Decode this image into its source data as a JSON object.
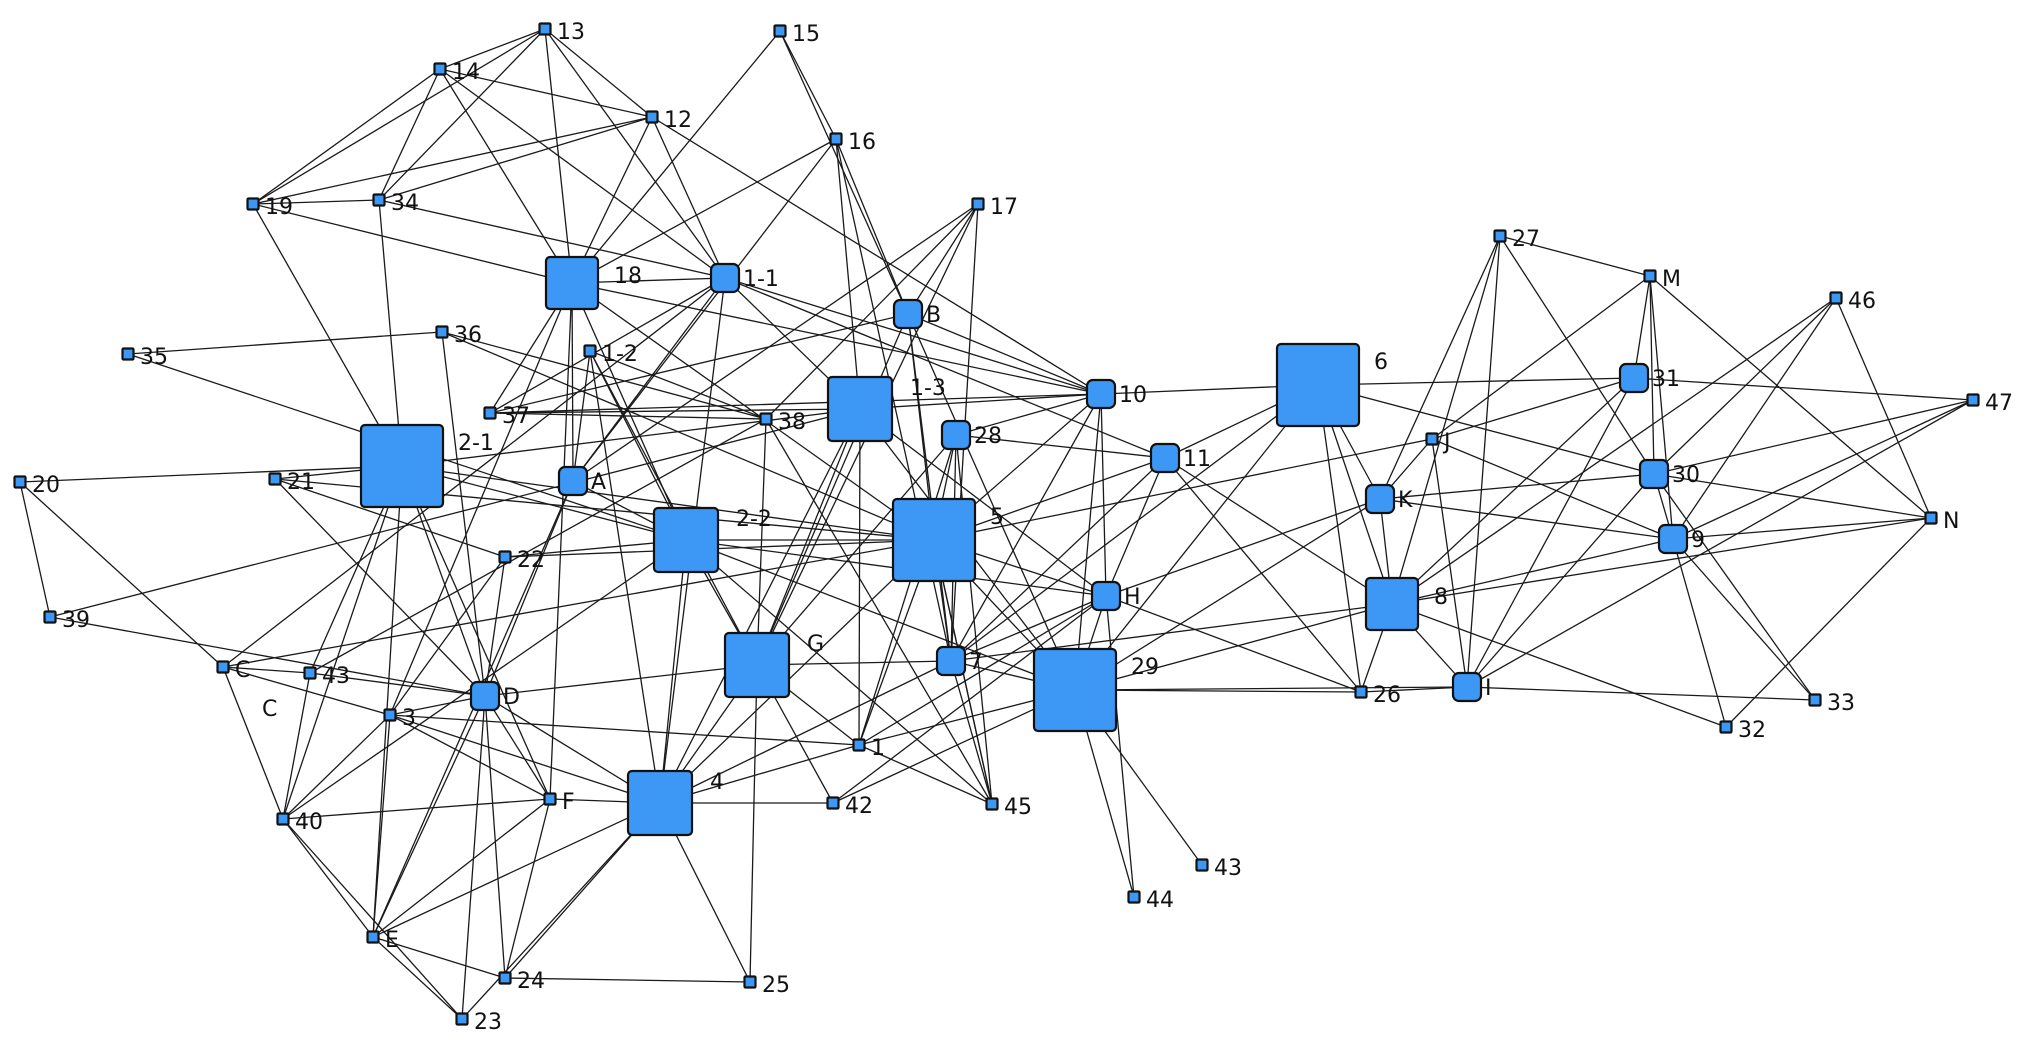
{
  "diagram": {
    "type": "network-graph",
    "colors": {
      "node_fill": "#3d98f5",
      "node_stroke": "#111111",
      "edge": "#1a1a1a",
      "background": "#ffffff"
    },
    "nodes": [
      {
        "id": "13",
        "size": "xs"
      },
      {
        "id": "14",
        "size": "xs"
      },
      {
        "id": "15",
        "size": "xs"
      },
      {
        "id": "12",
        "size": "xs"
      },
      {
        "id": "16",
        "size": "xs"
      },
      {
        "id": "17",
        "size": "xs"
      },
      {
        "id": "19",
        "size": "xs"
      },
      {
        "id": "34",
        "size": "xs"
      },
      {
        "id": "18",
        "size": "m"
      },
      {
        "id": "1-1",
        "size": "s"
      },
      {
        "id": "B",
        "size": "s"
      },
      {
        "id": "35",
        "size": "xs"
      },
      {
        "id": "36",
        "size": "xs"
      },
      {
        "id": "1-2",
        "size": "xs"
      },
      {
        "id": "37",
        "size": "xs"
      },
      {
        "id": "38",
        "size": "xs"
      },
      {
        "id": "1-3",
        "size": "l"
      },
      {
        "id": "10",
        "size": "s"
      },
      {
        "id": "28",
        "size": "s"
      },
      {
        "id": "11",
        "size": "s"
      },
      {
        "id": "2-1",
        "size": "xl"
      },
      {
        "id": "20",
        "size": "xs"
      },
      {
        "id": "21",
        "size": "xs"
      },
      {
        "id": "A",
        "size": "s"
      },
      {
        "id": "2-2",
        "size": "l"
      },
      {
        "id": "5",
        "size": "xl"
      },
      {
        "id": "22",
        "size": "xs"
      },
      {
        "id": "39",
        "size": "xs"
      },
      {
        "id": "H",
        "size": "s"
      },
      {
        "id": "G",
        "size": "l"
      },
      {
        "id": "7",
        "size": "s"
      },
      {
        "id": "29",
        "size": "xl"
      },
      {
        "id": "C",
        "size": "xs"
      },
      {
        "id": "43a",
        "size": "xs"
      },
      {
        "id": "D",
        "size": "s"
      },
      {
        "id": "3",
        "size": "xs"
      },
      {
        "id": "1",
        "size": "xs"
      },
      {
        "id": "F",
        "size": "xs"
      },
      {
        "id": "4",
        "size": "l"
      },
      {
        "id": "42",
        "size": "xs"
      },
      {
        "id": "45",
        "size": "xs"
      },
      {
        "id": "40",
        "size": "xs"
      },
      {
        "id": "43b",
        "size": "xs"
      },
      {
        "id": "44",
        "size": "xs"
      },
      {
        "id": "E",
        "size": "xs"
      },
      {
        "id": "24",
        "size": "xs"
      },
      {
        "id": "25",
        "size": "xs"
      },
      {
        "id": "23",
        "size": "xs"
      },
      {
        "id": "27",
        "size": "xs"
      },
      {
        "id": "M",
        "size": "xs"
      },
      {
        "id": "46",
        "size": "xs"
      },
      {
        "id": "6",
        "size": "xl"
      },
      {
        "id": "31",
        "size": "s"
      },
      {
        "id": "47",
        "size": "xs"
      },
      {
        "id": "J",
        "size": "xs"
      },
      {
        "id": "K",
        "size": "s"
      },
      {
        "id": "30",
        "size": "s"
      },
      {
        "id": "N",
        "size": "xs"
      },
      {
        "id": "9",
        "size": "s"
      },
      {
        "id": "8",
        "size": "m"
      },
      {
        "id": "26",
        "size": "xs"
      },
      {
        "id": "I",
        "size": "s"
      },
      {
        "id": "32",
        "size": "xs"
      },
      {
        "id": "33",
        "size": "xs"
      }
    ],
    "labels": {
      "13": "13",
      "14": "14",
      "15": "15",
      "12": "12",
      "16": "16",
      "17": "17",
      "19": "19",
      "34": "34",
      "18": "18",
      "1-1": "1-1",
      "B": "B",
      "35": "35",
      "36": "36",
      "1-2": "1-2",
      "37": "37",
      "38": "38",
      "1-3": "1-3",
      "10": "10",
      "28": "28",
      "11": "11",
      "2-1": "2-1",
      "20": "20",
      "21": "21",
      "A": "A",
      "2-2": "2-2",
      "5": "5",
      "22": "22",
      "39": "39",
      "H": "H",
      "G": "G",
      "7": "7",
      "29": "29",
      "C": "C",
      "43a": "43",
      "D": "D",
      "3": "3",
      "1": "1",
      "F": "F",
      "4": "4",
      "42": "42",
      "45": "45",
      "40": "40",
      "43b": "43",
      "44": "44",
      "E": "E",
      "24": "24",
      "25": "25",
      "23": "23",
      "27": "27",
      "M": "M",
      "46": "46",
      "6": "6",
      "31": "31",
      "47": "47",
      "J": "J",
      "K": "K",
      "30": "30",
      "N": "N",
      "9": "9",
      "8": "8",
      "26": "26",
      "I": "I",
      "32": "32",
      "33": "33"
    },
    "edges": [
      [
        "13",
        "14"
      ],
      [
        "13",
        "19"
      ],
      [
        "13",
        "34"
      ],
      [
        "13",
        "12"
      ],
      [
        "13",
        "18"
      ],
      [
        "13",
        "1-1"
      ],
      [
        "14",
        "19"
      ],
      [
        "14",
        "34"
      ],
      [
        "14",
        "12"
      ],
      [
        "14",
        "18"
      ],
      [
        "14",
        "1-1"
      ],
      [
        "12",
        "19"
      ],
      [
        "12",
        "34"
      ],
      [
        "12",
        "18"
      ],
      [
        "12",
        "1-1"
      ],
      [
        "12",
        "10"
      ],
      [
        "19",
        "34"
      ],
      [
        "19",
        "18"
      ],
      [
        "19",
        "2-1"
      ],
      [
        "34",
        "1-1"
      ],
      [
        "34",
        "2-1"
      ],
      [
        "15",
        "16"
      ],
      [
        "15",
        "18"
      ],
      [
        "15",
        "B"
      ],
      [
        "16",
        "18"
      ],
      [
        "16",
        "1-3"
      ],
      [
        "16",
        "B"
      ],
      [
        "16",
        "A"
      ],
      [
        "16",
        "7"
      ],
      [
        "17",
        "B"
      ],
      [
        "17",
        "38"
      ],
      [
        "17",
        "G"
      ],
      [
        "17",
        "7"
      ],
      [
        "17",
        "A"
      ],
      [
        "18",
        "1-1"
      ],
      [
        "18",
        "37"
      ],
      [
        "18",
        "2-2"
      ],
      [
        "18",
        "5"
      ],
      [
        "18",
        "F"
      ],
      [
        "18",
        "A"
      ],
      [
        "18",
        "3"
      ],
      [
        "18",
        "10"
      ],
      [
        "1-1",
        "1-3"
      ],
      [
        "1-1",
        "10"
      ],
      [
        "1-1",
        "11"
      ],
      [
        "1-1",
        "4"
      ],
      [
        "1-1",
        "37"
      ],
      [
        "1-1",
        "A"
      ],
      [
        "B",
        "37"
      ],
      [
        "B",
        "5"
      ],
      [
        "B",
        "10"
      ],
      [
        "B",
        "G"
      ],
      [
        "B",
        "7"
      ],
      [
        "B",
        "29"
      ],
      [
        "35",
        "36"
      ],
      [
        "35",
        "2-2"
      ],
      [
        "36",
        "38"
      ],
      [
        "36",
        "D"
      ],
      [
        "36",
        "5"
      ],
      [
        "1-2",
        "2-2"
      ],
      [
        "1-2",
        "38"
      ],
      [
        "1-2",
        "4"
      ],
      [
        "1-2",
        "G"
      ],
      [
        "37",
        "38"
      ],
      [
        "37",
        "10"
      ],
      [
        "37",
        "1-3"
      ],
      [
        "38",
        "G"
      ],
      [
        "38",
        "45"
      ],
      [
        "38",
        "43a"
      ],
      [
        "1-3",
        "2-1"
      ],
      [
        "1-3",
        "G"
      ],
      [
        "1-3",
        "4"
      ],
      [
        "1-3",
        "H"
      ],
      [
        "1-3",
        "10"
      ],
      [
        "1-3",
        "29"
      ],
      [
        "1-3",
        "1"
      ],
      [
        "10",
        "6"
      ],
      [
        "10",
        "28"
      ],
      [
        "10",
        "5"
      ],
      [
        "10",
        "H"
      ],
      [
        "10",
        "7"
      ],
      [
        "10",
        "29"
      ],
      [
        "28",
        "5"
      ],
      [
        "28",
        "G"
      ],
      [
        "28",
        "7"
      ],
      [
        "28",
        "45"
      ],
      [
        "28",
        "11"
      ],
      [
        "28",
        "1"
      ],
      [
        "11",
        "5"
      ],
      [
        "11",
        "H"
      ],
      [
        "11",
        "8"
      ],
      [
        "11",
        "6"
      ],
      [
        "11",
        "7"
      ],
      [
        "11",
        "26"
      ],
      [
        "2-1",
        "20"
      ],
      [
        "2-1",
        "21"
      ],
      [
        "2-1",
        "D"
      ],
      [
        "2-1",
        "E"
      ],
      [
        "2-1",
        "40"
      ],
      [
        "2-1",
        "2-2"
      ],
      [
        "2-1",
        "5"
      ],
      [
        "2-1",
        "43a"
      ],
      [
        "2-1",
        "F"
      ],
      [
        "20",
        "39"
      ],
      [
        "20",
        "C"
      ],
      [
        "21",
        "22"
      ],
      [
        "21",
        "D"
      ],
      [
        "21",
        "5"
      ],
      [
        "A",
        "2-2"
      ],
      [
        "A",
        "D"
      ],
      [
        "A",
        "1-2"
      ],
      [
        "A",
        "E"
      ],
      [
        "2-2",
        "5"
      ],
      [
        "2-2",
        "G"
      ],
      [
        "2-2",
        "4"
      ],
      [
        "2-2",
        "H"
      ],
      [
        "2-2",
        "22"
      ],
      [
        "2-2",
        "40"
      ],
      [
        "2-2",
        "29"
      ],
      [
        "5",
        "H"
      ],
      [
        "5",
        "7"
      ],
      [
        "5",
        "29"
      ],
      [
        "5",
        "1"
      ],
      [
        "5",
        "45"
      ],
      [
        "5",
        "4"
      ],
      [
        "5",
        "J"
      ],
      [
        "5",
        "C"
      ],
      [
        "22",
        "D"
      ],
      [
        "22",
        "3"
      ],
      [
        "22",
        "5"
      ],
      [
        "39",
        "D"
      ],
      [
        "39",
        "1-3"
      ],
      [
        "H",
        "7"
      ],
      [
        "H",
        "29"
      ],
      [
        "H",
        "26"
      ],
      [
        "H",
        "K"
      ],
      [
        "H",
        "44"
      ],
      [
        "H",
        "42"
      ],
      [
        "G",
        "7"
      ],
      [
        "G",
        "4"
      ],
      [
        "G",
        "42"
      ],
      [
        "G",
        "25"
      ],
      [
        "G",
        "D"
      ],
      [
        "G",
        "1"
      ],
      [
        "7",
        "29"
      ],
      [
        "7",
        "45"
      ],
      [
        "7",
        "4"
      ],
      [
        "7",
        "8"
      ],
      [
        "29",
        "26"
      ],
      [
        "29",
        "8"
      ],
      [
        "29",
        "1"
      ],
      [
        "29",
        "44"
      ],
      [
        "29",
        "43b"
      ],
      [
        "29",
        "42"
      ],
      [
        "29",
        "6"
      ],
      [
        "C",
        "40"
      ],
      [
        "C",
        "43a"
      ],
      [
        "C",
        "3"
      ],
      [
        "C",
        "1-1"
      ],
      [
        "43a",
        "D"
      ],
      [
        "43a",
        "40"
      ],
      [
        "D",
        "3"
      ],
      [
        "D",
        "E"
      ],
      [
        "D",
        "F"
      ],
      [
        "D",
        "23"
      ],
      [
        "D",
        "24"
      ],
      [
        "D",
        "4"
      ],
      [
        "3",
        "F"
      ],
      [
        "3",
        "40"
      ],
      [
        "3",
        "4"
      ],
      [
        "3",
        "1"
      ],
      [
        "3",
        "E"
      ],
      [
        "F",
        "40"
      ],
      [
        "F",
        "4"
      ],
      [
        "F",
        "24"
      ],
      [
        "F",
        "E"
      ],
      [
        "4",
        "42"
      ],
      [
        "4",
        "24"
      ],
      [
        "4",
        "23"
      ],
      [
        "4",
        "25"
      ],
      [
        "4",
        "1"
      ],
      [
        "4",
        "E"
      ],
      [
        "1",
        "45"
      ],
      [
        "1",
        "H"
      ],
      [
        "45",
        "5"
      ],
      [
        "45",
        "2-2"
      ],
      [
        "40",
        "E"
      ],
      [
        "40",
        "23"
      ],
      [
        "E",
        "23"
      ],
      [
        "E",
        "24"
      ],
      [
        "24",
        "25"
      ],
      [
        "27",
        "K"
      ],
      [
        "27",
        "M"
      ],
      [
        "27",
        "I"
      ],
      [
        "27",
        "30"
      ],
      [
        "27",
        "8"
      ],
      [
        "M",
        "30"
      ],
      [
        "M",
        "9"
      ],
      [
        "M",
        "N"
      ],
      [
        "M",
        "J"
      ],
      [
        "M",
        "31"
      ],
      [
        "46",
        "30"
      ],
      [
        "46",
        "9"
      ],
      [
        "46",
        "N"
      ],
      [
        "46",
        "8"
      ],
      [
        "6",
        "31"
      ],
      [
        "6",
        "K"
      ],
      [
        "6",
        "8"
      ],
      [
        "6",
        "26"
      ],
      [
        "6",
        "30"
      ],
      [
        "6",
        "7"
      ],
      [
        "31",
        "47"
      ],
      [
        "31",
        "J"
      ],
      [
        "31",
        "8"
      ],
      [
        "31",
        "I"
      ],
      [
        "47",
        "30"
      ],
      [
        "47",
        "9"
      ],
      [
        "47",
        "I"
      ],
      [
        "J",
        "K"
      ],
      [
        "J",
        "I"
      ],
      [
        "J",
        "9"
      ],
      [
        "K",
        "30"
      ],
      [
        "K",
        "9"
      ],
      [
        "K",
        "8"
      ],
      [
        "K",
        "29"
      ],
      [
        "30",
        "N"
      ],
      [
        "30",
        "9"
      ],
      [
        "30",
        "I"
      ],
      [
        "30",
        "33"
      ],
      [
        "N",
        "9"
      ],
      [
        "N",
        "32"
      ],
      [
        "N",
        "8"
      ],
      [
        "9",
        "32"
      ],
      [
        "9",
        "33"
      ],
      [
        "9",
        "8"
      ],
      [
        "8",
        "I"
      ],
      [
        "8",
        "26"
      ],
      [
        "I",
        "26"
      ],
      [
        "I",
        "33"
      ],
      [
        "I",
        "29"
      ],
      [
        "8",
        "32"
      ]
    ],
    "free_text": {
      "c_label": "C"
    }
  }
}
